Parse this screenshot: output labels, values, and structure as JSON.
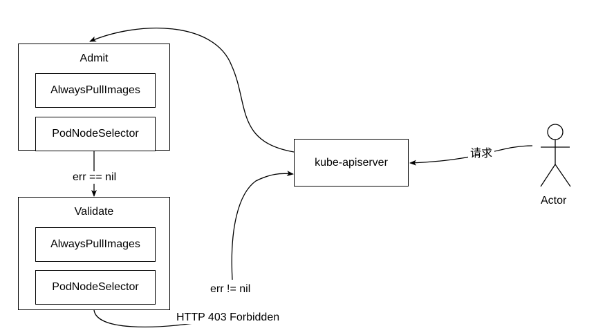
{
  "admit": {
    "title": "Admit",
    "plugins": [
      "AlwaysPullImages",
      "PodNodeSelector"
    ]
  },
  "validate": {
    "title": "Validate",
    "plugins": [
      "AlwaysPullImages",
      "PodNodeSelector"
    ]
  },
  "apiserver": {
    "label": "kube-apiserver"
  },
  "actor": {
    "label": "Actor"
  },
  "edges": {
    "request": "请求",
    "admit_to_validate": "err == nil",
    "validate_to_apiserver": "err != nil",
    "forbidden": "HTTP 403 Forbidden"
  }
}
